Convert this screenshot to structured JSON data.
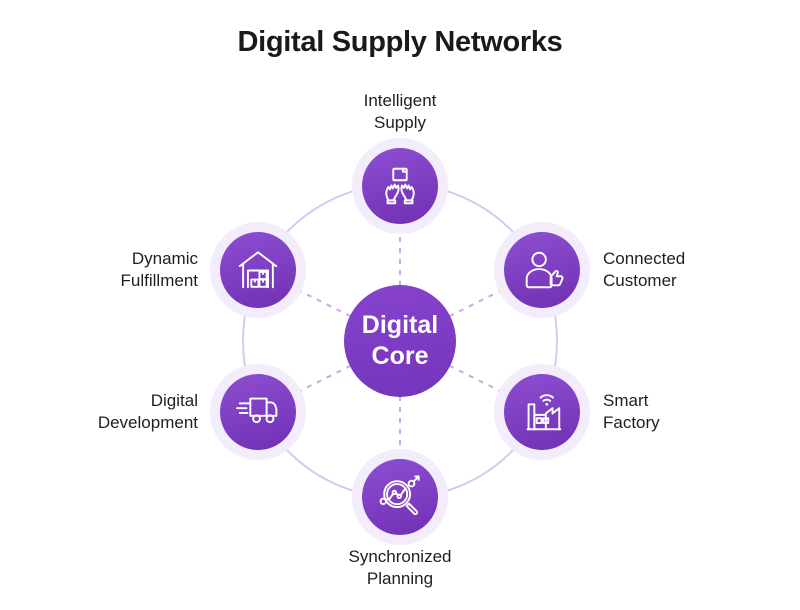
{
  "title": "Digital Supply Networks",
  "center": {
    "label": "Digital Core"
  },
  "colors": {
    "accent": "#7d3cc8",
    "node-light": "#8e4ed2",
    "node-dark": "#7130b4",
    "halo": "#f2ecfb",
    "ring": "#d8c9ef",
    "dash": "#c3ade7",
    "title-text": "#1a1a1a",
    "label-text": "#1f1f1f",
    "background": "#ffffff"
  },
  "nodes": [
    {
      "label": "Intelligent Supply",
      "icon": "hands-box-icon",
      "position": "top"
    },
    {
      "label": "Connected Customer",
      "icon": "person-thumbs-up-icon",
      "position": "upper-right"
    },
    {
      "label": "Smart Factory",
      "icon": "factory-wifi-icon",
      "position": "lower-right"
    },
    {
      "label": "Synchronized Planning",
      "icon": "magnifier-chart-icon",
      "position": "bottom"
    },
    {
      "label": "Digital Development",
      "icon": "fast-truck-icon",
      "position": "lower-left"
    },
    {
      "label": "Dynamic Fulfillment",
      "icon": "warehouse-boxes-icon",
      "position": "upper-left"
    }
  ]
}
